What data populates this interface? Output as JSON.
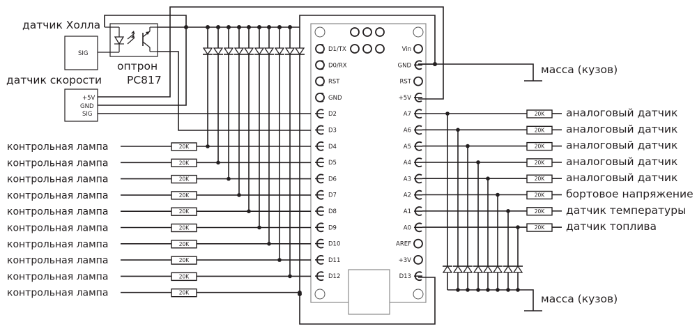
{
  "title": "Схема подключения датчиков к Arduino Nano",
  "colors": {
    "wire": "#231f20",
    "board": "#8a8a8a",
    "background": "#ffffff"
  },
  "sensors": {
    "hall": {
      "label": "датчик Холла",
      "pin": "SIG"
    },
    "speed": {
      "label": "датчик скорости",
      "pins": [
        "+5V",
        "GND",
        "SIG"
      ]
    }
  },
  "optocoupler": {
    "label": "оптрон",
    "model": "PC817"
  },
  "ground_labels": {
    "top": "масса (кузов)",
    "bottom": "масса (кузов)"
  },
  "board": {
    "left_pins": [
      "D1/TX",
      "D0/RX",
      "RST",
      "GND",
      "D2",
      "D3",
      "D4",
      "D5",
      "D6",
      "D7",
      "D8",
      "D9",
      "D10",
      "D11",
      "D12"
    ],
    "right_pins": [
      "Vin",
      "GND",
      "RST",
      "+5V",
      "A7",
      "A6",
      "A5",
      "A4",
      "A3",
      "A2",
      "A1",
      "A0",
      "AREF",
      "+3V",
      "D13"
    ]
  },
  "lamps": {
    "label": "контрольная лампа",
    "resistor": "20K",
    "count": 10,
    "pins": [
      "D4",
      "D5",
      "D6",
      "D7",
      "D8",
      "D9",
      "D10",
      "D11",
      "D12",
      "D13"
    ]
  },
  "analog_inputs": [
    {
      "pin": "A7",
      "label": "аналоговый датчик",
      "resistor": "20K"
    },
    {
      "pin": "A6",
      "label": "аналоговый датчик",
      "resistor": "20K"
    },
    {
      "pin": "A5",
      "label": "аналоговый датчик",
      "resistor": "20K"
    },
    {
      "pin": "A4",
      "label": "аналоговый датчик",
      "resistor": "20K"
    },
    {
      "pin": "A3",
      "label": "аналоговый датчик",
      "resistor": "20K"
    },
    {
      "pin": "A2",
      "label": "бортовое напряжение",
      "resistor": "20K"
    },
    {
      "pin": "A1",
      "label": "датчик температуры",
      "resistor": "20K"
    },
    {
      "pin": "A0",
      "label": "датчик топлива",
      "resistor": "20K"
    }
  ]
}
